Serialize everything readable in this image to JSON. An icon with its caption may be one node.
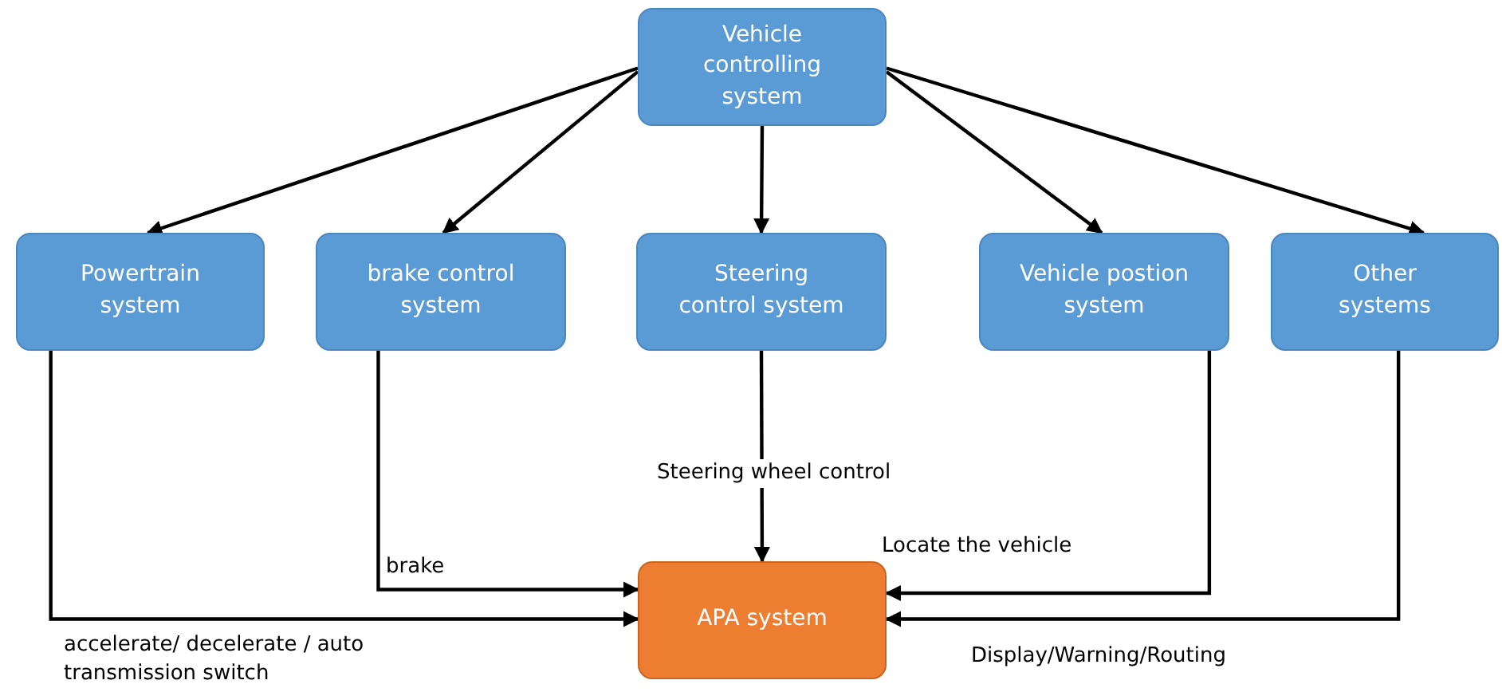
{
  "diagram": {
    "nodes": [
      {
        "text": [
          "Vehicle controlling system"
        ]
      },
      {
        "text": [
          "Powertrain system"
        ]
      },
      {
        "text": [
          "brake control system"
        ]
      },
      {
        "text": [
          "Steering control system"
        ]
      },
      {
        "text": [
          "Vehicle postion system"
        ]
      },
      {
        "text": [
          "Other systems"
        ]
      },
      {
        "text": [
          "APA system"
        ]
      }
    ],
    "edges": [
      {
        "from": 0,
        "to": 1,
        "arrow": "to"
      },
      {
        "from": 0,
        "to": 2,
        "arrow": "to"
      },
      {
        "from": 0,
        "to": 3,
        "arrow": "to"
      },
      {
        "from": 0,
        "to": 4,
        "arrow": "to"
      },
      {
        "from": 0,
        "to": 5,
        "arrow": "to"
      },
      {
        "from": 1,
        "to": 6,
        "arrow": "to",
        "label": "accelerate/ decelerate / auto transmission switch"
      },
      {
        "from": 2,
        "to": 6,
        "arrow": "to",
        "label": "brake"
      },
      {
        "from": 3,
        "to": 6,
        "arrow": "to",
        "label": "Steering wheel control"
      },
      {
        "from": 4,
        "to": 6,
        "arrow": "to",
        "label": "Locate the vehicle"
      },
      {
        "from": 5,
        "to": 6,
        "arrow": "to",
        "label": "Display/Warning/Routing"
      }
    ]
  }
}
